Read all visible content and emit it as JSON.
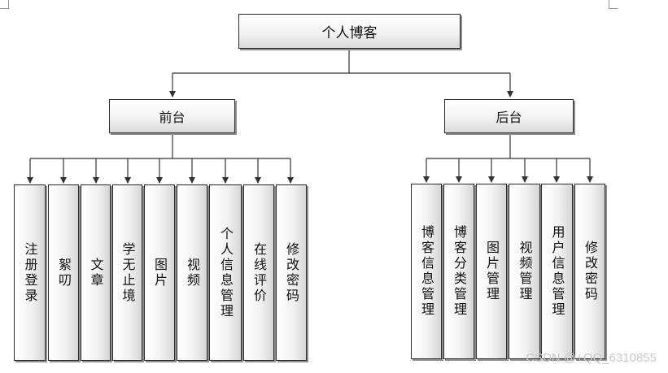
{
  "root": {
    "label": "个人博客"
  },
  "front": {
    "label": "前台",
    "items": [
      "注册登录",
      "絮叨",
      "文章",
      "学无止境",
      "图片",
      "视频",
      "个人信息管理",
      "在线评价",
      "修改密码"
    ]
  },
  "back": {
    "label": "后台",
    "items": [
      "博客信息管理",
      "博客分类管理",
      "图片管理",
      "视频管理",
      "用户信息管理",
      "修改密码"
    ]
  },
  "watermark": "CSDN @+QQ_6310855"
}
